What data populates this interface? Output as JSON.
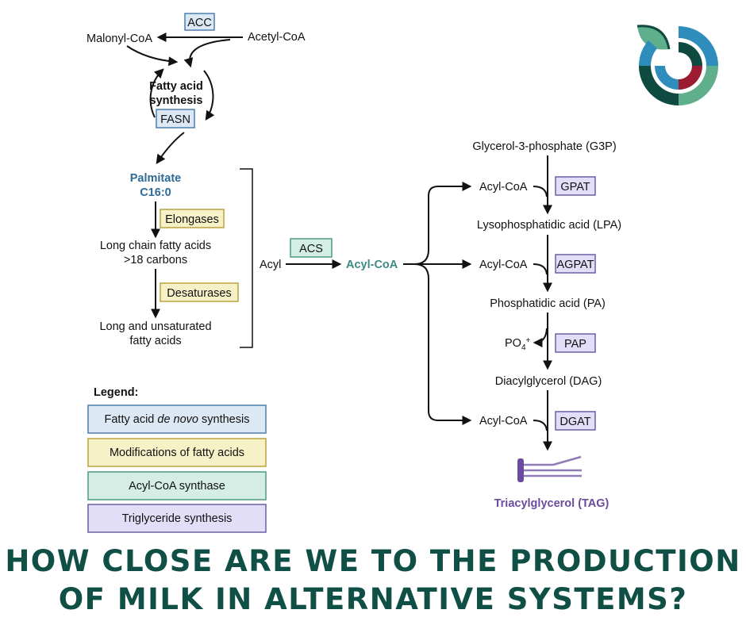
{
  "colors": {
    "denovo_fill": "#dde8f5",
    "denovo_stroke": "#4d7fae",
    "modif_fill": "#f7f1c8",
    "modif_stroke": "#b8a23e",
    "acs_fill": "#d4eee6",
    "acs_stroke": "#4f9a86",
    "trig_fill": "#e2def7",
    "trig_stroke": "#6b5fa6",
    "palmitate_text": "#2f6a96",
    "acylcoa_text": "#3d8a83",
    "tag_text": "#6a4b9e",
    "headline": "#0f4f45",
    "logo_dark": "#0e4a40",
    "logo_teal": "#5fae8c",
    "logo_blue": "#2f8dbb",
    "logo_red": "#9b1b30"
  },
  "left_pathway": {
    "acc": "ACC",
    "malonyl_coa": "Malonyl-CoA",
    "acetyl_coa": "Acetyl-CoA",
    "fas_title_1": "Fatty acid",
    "fas_title_2": "synthesis",
    "fasn": "FASN",
    "palmitate_1": "Palmitate",
    "palmitate_2": "C16:0",
    "elongases": "Elongases",
    "lcfa_1": "Long chain fatty acids",
    "lcfa_2": ">18 carbons",
    "desaturases": "Desaturases",
    "lufa_1": "Long and unsaturated",
    "lufa_2": "fatty acids"
  },
  "middle": {
    "acyl": "Acyl",
    "acs": "ACS",
    "acyl_coa": "Acyl-CoA"
  },
  "right_pathway": {
    "g3p": "Glycerol-3-phosphate (G3P)",
    "acyl_coa_1": "Acyl-CoA",
    "gpat": "GPAT",
    "lpa": "Lysophosphatidic acid (LPA)",
    "acyl_coa_2": "Acyl-CoA",
    "agpat": "AGPAT",
    "pa": "Phosphatidic acid (PA)",
    "po4": "PO",
    "po4_sub": "4",
    "po4_sup": "+",
    "pap": "PAP",
    "dag": "Diacylglycerol (DAG)",
    "acyl_coa_3": "Acyl-CoA",
    "dgat": "DGAT",
    "tag": "Triacylglycerol (TAG)"
  },
  "legend": {
    "title": "Legend:",
    "item1_pre": "Fatty acid ",
    "item1_italic": "de novo",
    "item1_post": " synthesis",
    "item2": "Modifications of fatty acids",
    "item3": "Acyl-CoA synthase",
    "item4": "Triglyceride synthesis"
  },
  "headline": {
    "line1": "HOW CLOSE ARE WE TO THE PRODUCTION",
    "line2": "OF MILK IN ALTERNATIVE SYSTEMS?"
  }
}
